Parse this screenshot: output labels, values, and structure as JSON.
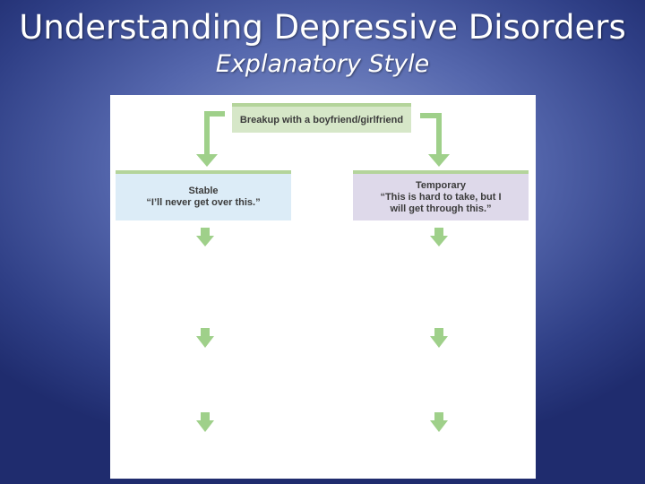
{
  "slide": {
    "title": "Understanding Depressive Disorders",
    "subtitle": "Explanatory Style"
  },
  "diagram": {
    "event": "Breakup with a boyfriend/girlfriend",
    "left_box": {
      "heading": "Stable",
      "quote": "“I’ll never get over this.”"
    },
    "right_box": {
      "heading": "Temporary",
      "quote_line1": "“This is hard to take, but I",
      "quote_line2": "will get through this.”"
    },
    "arrow_color": "#9fd08a",
    "box_top_color": "#b4d49b"
  }
}
